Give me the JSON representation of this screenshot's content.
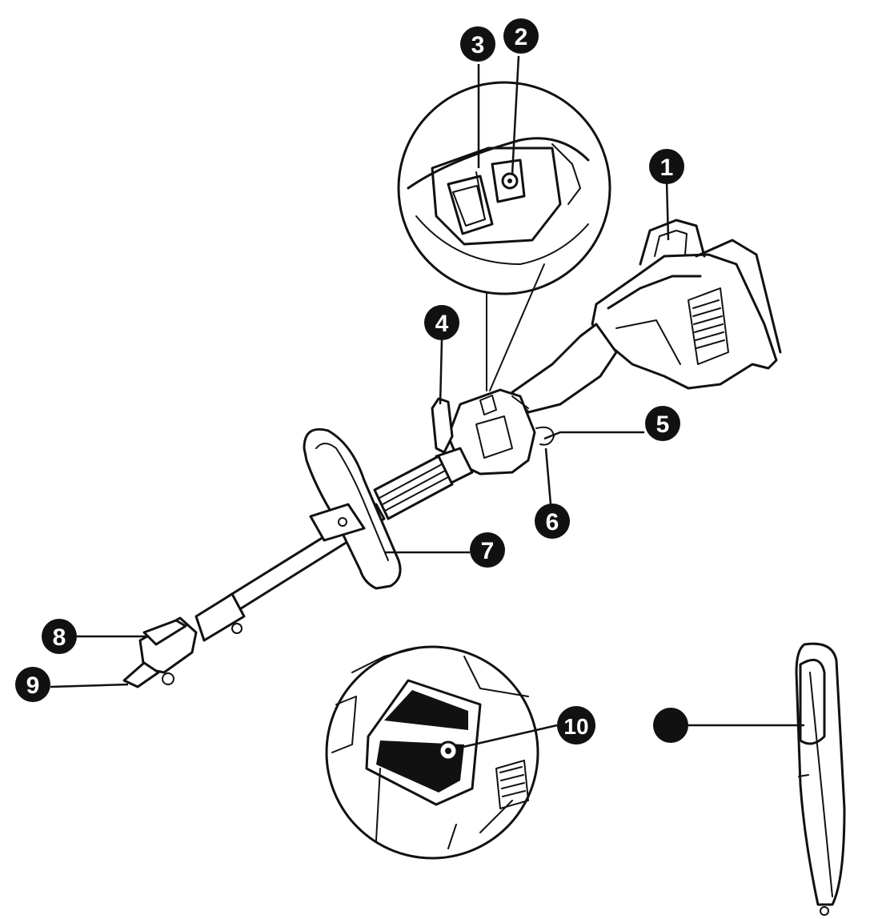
{
  "callouts": [
    {
      "id": "1",
      "label": "1"
    },
    {
      "id": "2",
      "label": "2"
    },
    {
      "id": "3",
      "label": "3"
    },
    {
      "id": "4",
      "label": "4"
    },
    {
      "id": "5",
      "label": "5"
    },
    {
      "id": "6",
      "label": "6"
    },
    {
      "id": "7",
      "label": "7"
    },
    {
      "id": "8",
      "label": "8"
    },
    {
      "id": "9",
      "label": "9"
    },
    {
      "id": "10",
      "label": "10"
    },
    {
      "id": "11",
      "label": ""
    }
  ],
  "colors": {
    "ink": "#111111",
    "background": "#ffffff"
  }
}
